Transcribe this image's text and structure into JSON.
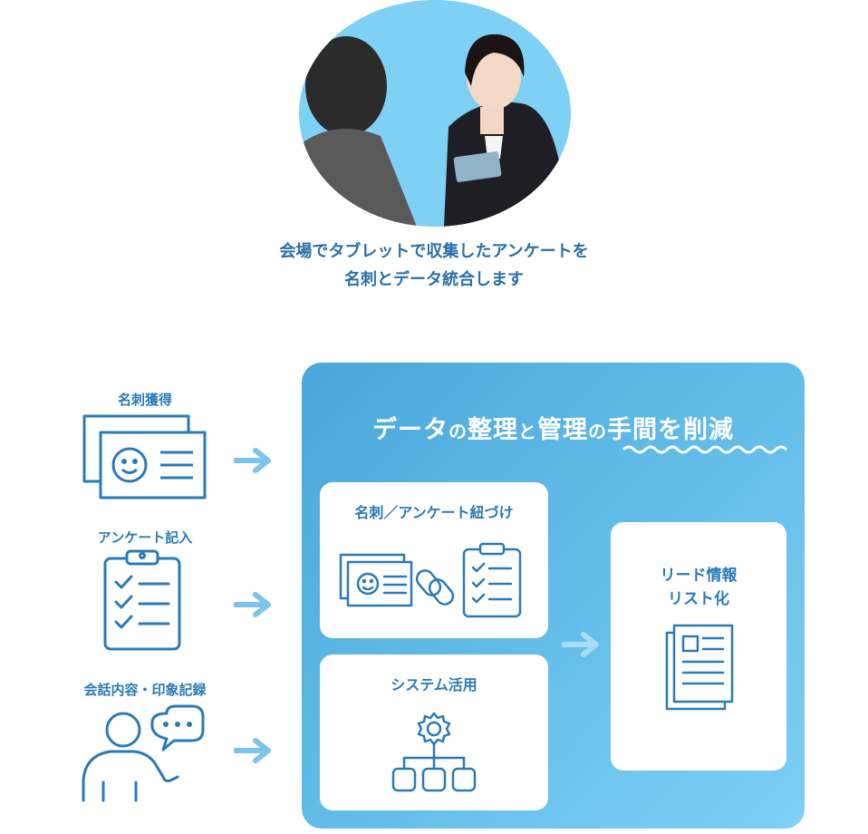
{
  "caption": {
    "line1": "会場でタブレットで収集したアンケートを",
    "line2": "名刺とデータ統合します"
  },
  "inputs": [
    {
      "label": "名刺獲得",
      "icon": "business-card-icon"
    },
    {
      "label": "アンケート記入",
      "icon": "clipboard-checklist-icon"
    },
    {
      "label": "会話内容・印象記録",
      "icon": "person-speech-bubble-icon"
    }
  ],
  "panel": {
    "title_parts": [
      "データ",
      "の",
      "整理",
      "と",
      "管理",
      "の",
      "手間を削減"
    ],
    "card_link": {
      "title": "名刺／アンケート紐づけ"
    },
    "card_system": {
      "title": "システム活用"
    },
    "card_lead": {
      "title_line1": "リード情報",
      "title_line2": "リスト化"
    }
  },
  "colors": {
    "accent": "#2a7ab8",
    "panel_start": "#4aa7da",
    "panel_end": "#7dd0f6",
    "arrow": "#7cc4ec",
    "photo_bg": "#7fd0f5"
  }
}
